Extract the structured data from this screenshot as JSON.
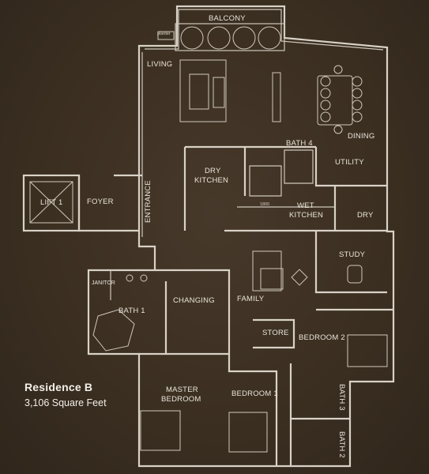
{
  "caption": {
    "title": "Residence B",
    "subtitle": "3,106 Square Feet"
  },
  "rooms": {
    "balcony": "BALCONY",
    "planter": "planter",
    "living": "LIVING",
    "dining": "DINING",
    "bath4": "BATH 4",
    "utility": "UTILITY",
    "dry_kitchen_1": "DRY",
    "dry_kitchen_2": "KITCHEN",
    "wet_kitchen_1": "WET",
    "wet_kitchen_2": "KITCHEN",
    "dry": "DRY",
    "dimension": "1800",
    "lift": "LIFT 1",
    "foyer": "FOYER",
    "entrance": "ENTRANCE",
    "study": "STUDY",
    "janitor": "JANITOR",
    "changing": "CHANGING",
    "family": "FAMILY",
    "bath1": "BATH 1",
    "store": "STORE",
    "bedroom2": "BEDROOM 2",
    "master_1": "MASTER",
    "master_2": "BEDROOM",
    "bedroom1": "BEDROOM 1",
    "bath3": "BATH 3",
    "bath2": "BATH 2"
  }
}
